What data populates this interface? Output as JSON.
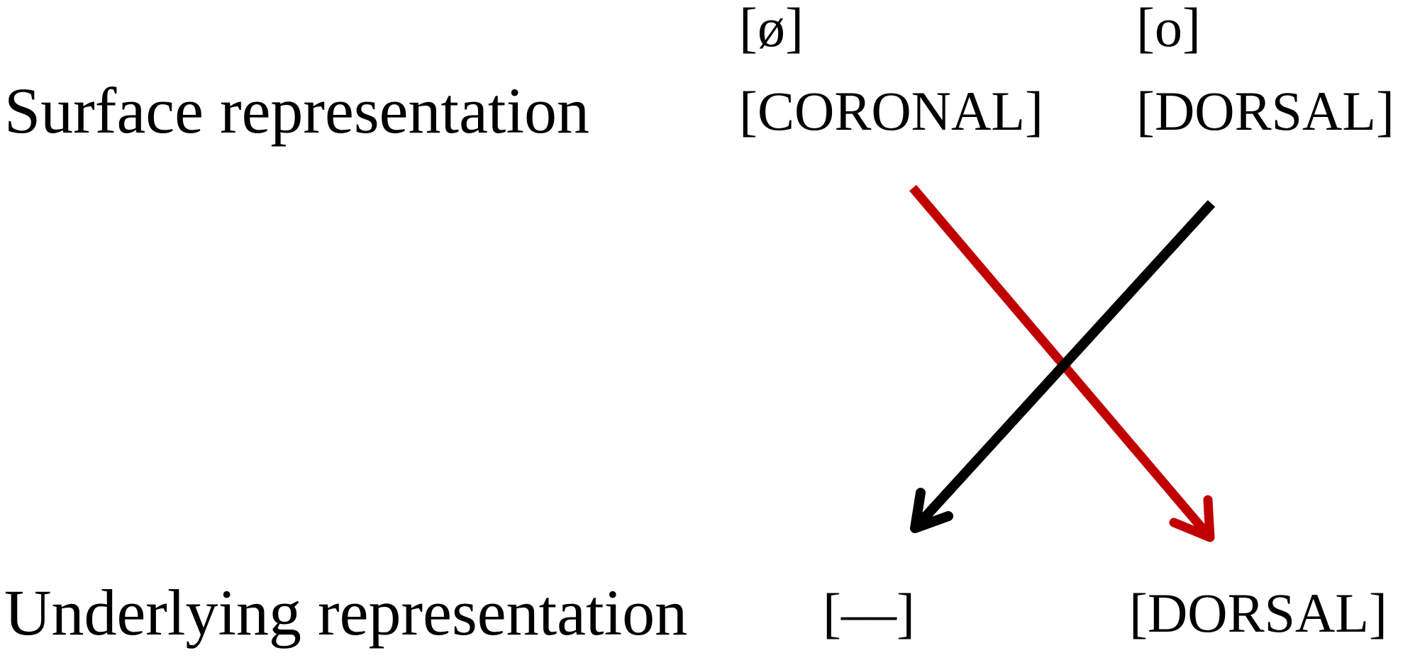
{
  "rows": {
    "surface": "Surface representation",
    "underlying": "Underlying representation"
  },
  "surface": {
    "left_segment": "[ø]",
    "right_segment": "[o]",
    "left_feature": "[CORONAL]",
    "right_feature": "[DORSAL]"
  },
  "underlying": {
    "left_feature": "[––]",
    "right_feature": "[DORSAL]"
  },
  "colors": {
    "red_arrow": "#c00000",
    "black_arrow": "#000000"
  }
}
